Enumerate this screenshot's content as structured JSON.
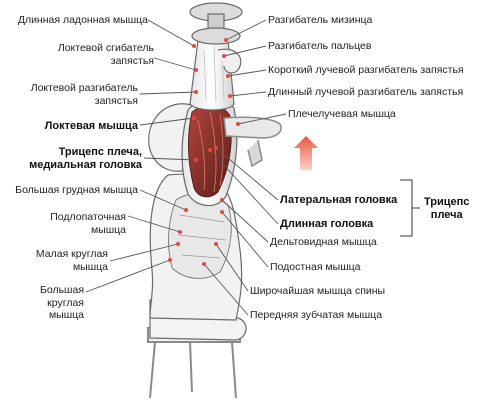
{
  "labels_left": {
    "palmaris_longus": "Длинная ладонная мышца",
    "fcu_line1": "Локтевой сгибатель",
    "fcu_line2": "запястья",
    "ecu_line1": "Локтевой разгибатель",
    "ecu_line2": "запястья",
    "anconeus": "Локтевая мышца",
    "triceps_medial_line1": "Трицепс плеча,",
    "triceps_medial_line2": "медиальная головка",
    "pectoralis_major": "Большая грудная мышца",
    "subscapularis_line1": "Подлопаточная",
    "subscapularis_line2": "мышца",
    "teres_minor_line1": "Малая круглая",
    "teres_minor_line2": "мышца",
    "teres_major_line1": "Большая",
    "teres_major_line2": "круглая",
    "teres_major_line3": "мышца"
  },
  "labels_right": {
    "edm": "Разгибатель мизинца",
    "ed": "Разгибатель пальцев",
    "ecrb": "Короткий лучевой разгибатель запястья",
    "ecrl": "Длинный лучевой разгибатель запястья",
    "brachioradialis": "Плечелучевая мышца",
    "lateral_head": "Латеральная головка",
    "long_head": "Длинная головка",
    "triceps_group_line1": "Трицепс",
    "triceps_group_line2": "плеча",
    "deltoid": "Дельтовидная мышца",
    "infraspinatus": "Подостная мышца",
    "latissimus": "Широчайшая мышца спины",
    "serratus": "Передняя зубчатая мышца"
  },
  "colors": {
    "label_text": "#222222",
    "leader_line": "#555555",
    "marker": "#e8473c",
    "arrow": "#e9563f",
    "skin_outline": "#6b6b6b",
    "muscle_dark": "#7a2a25",
    "equipment": "#8a8a8a"
  }
}
